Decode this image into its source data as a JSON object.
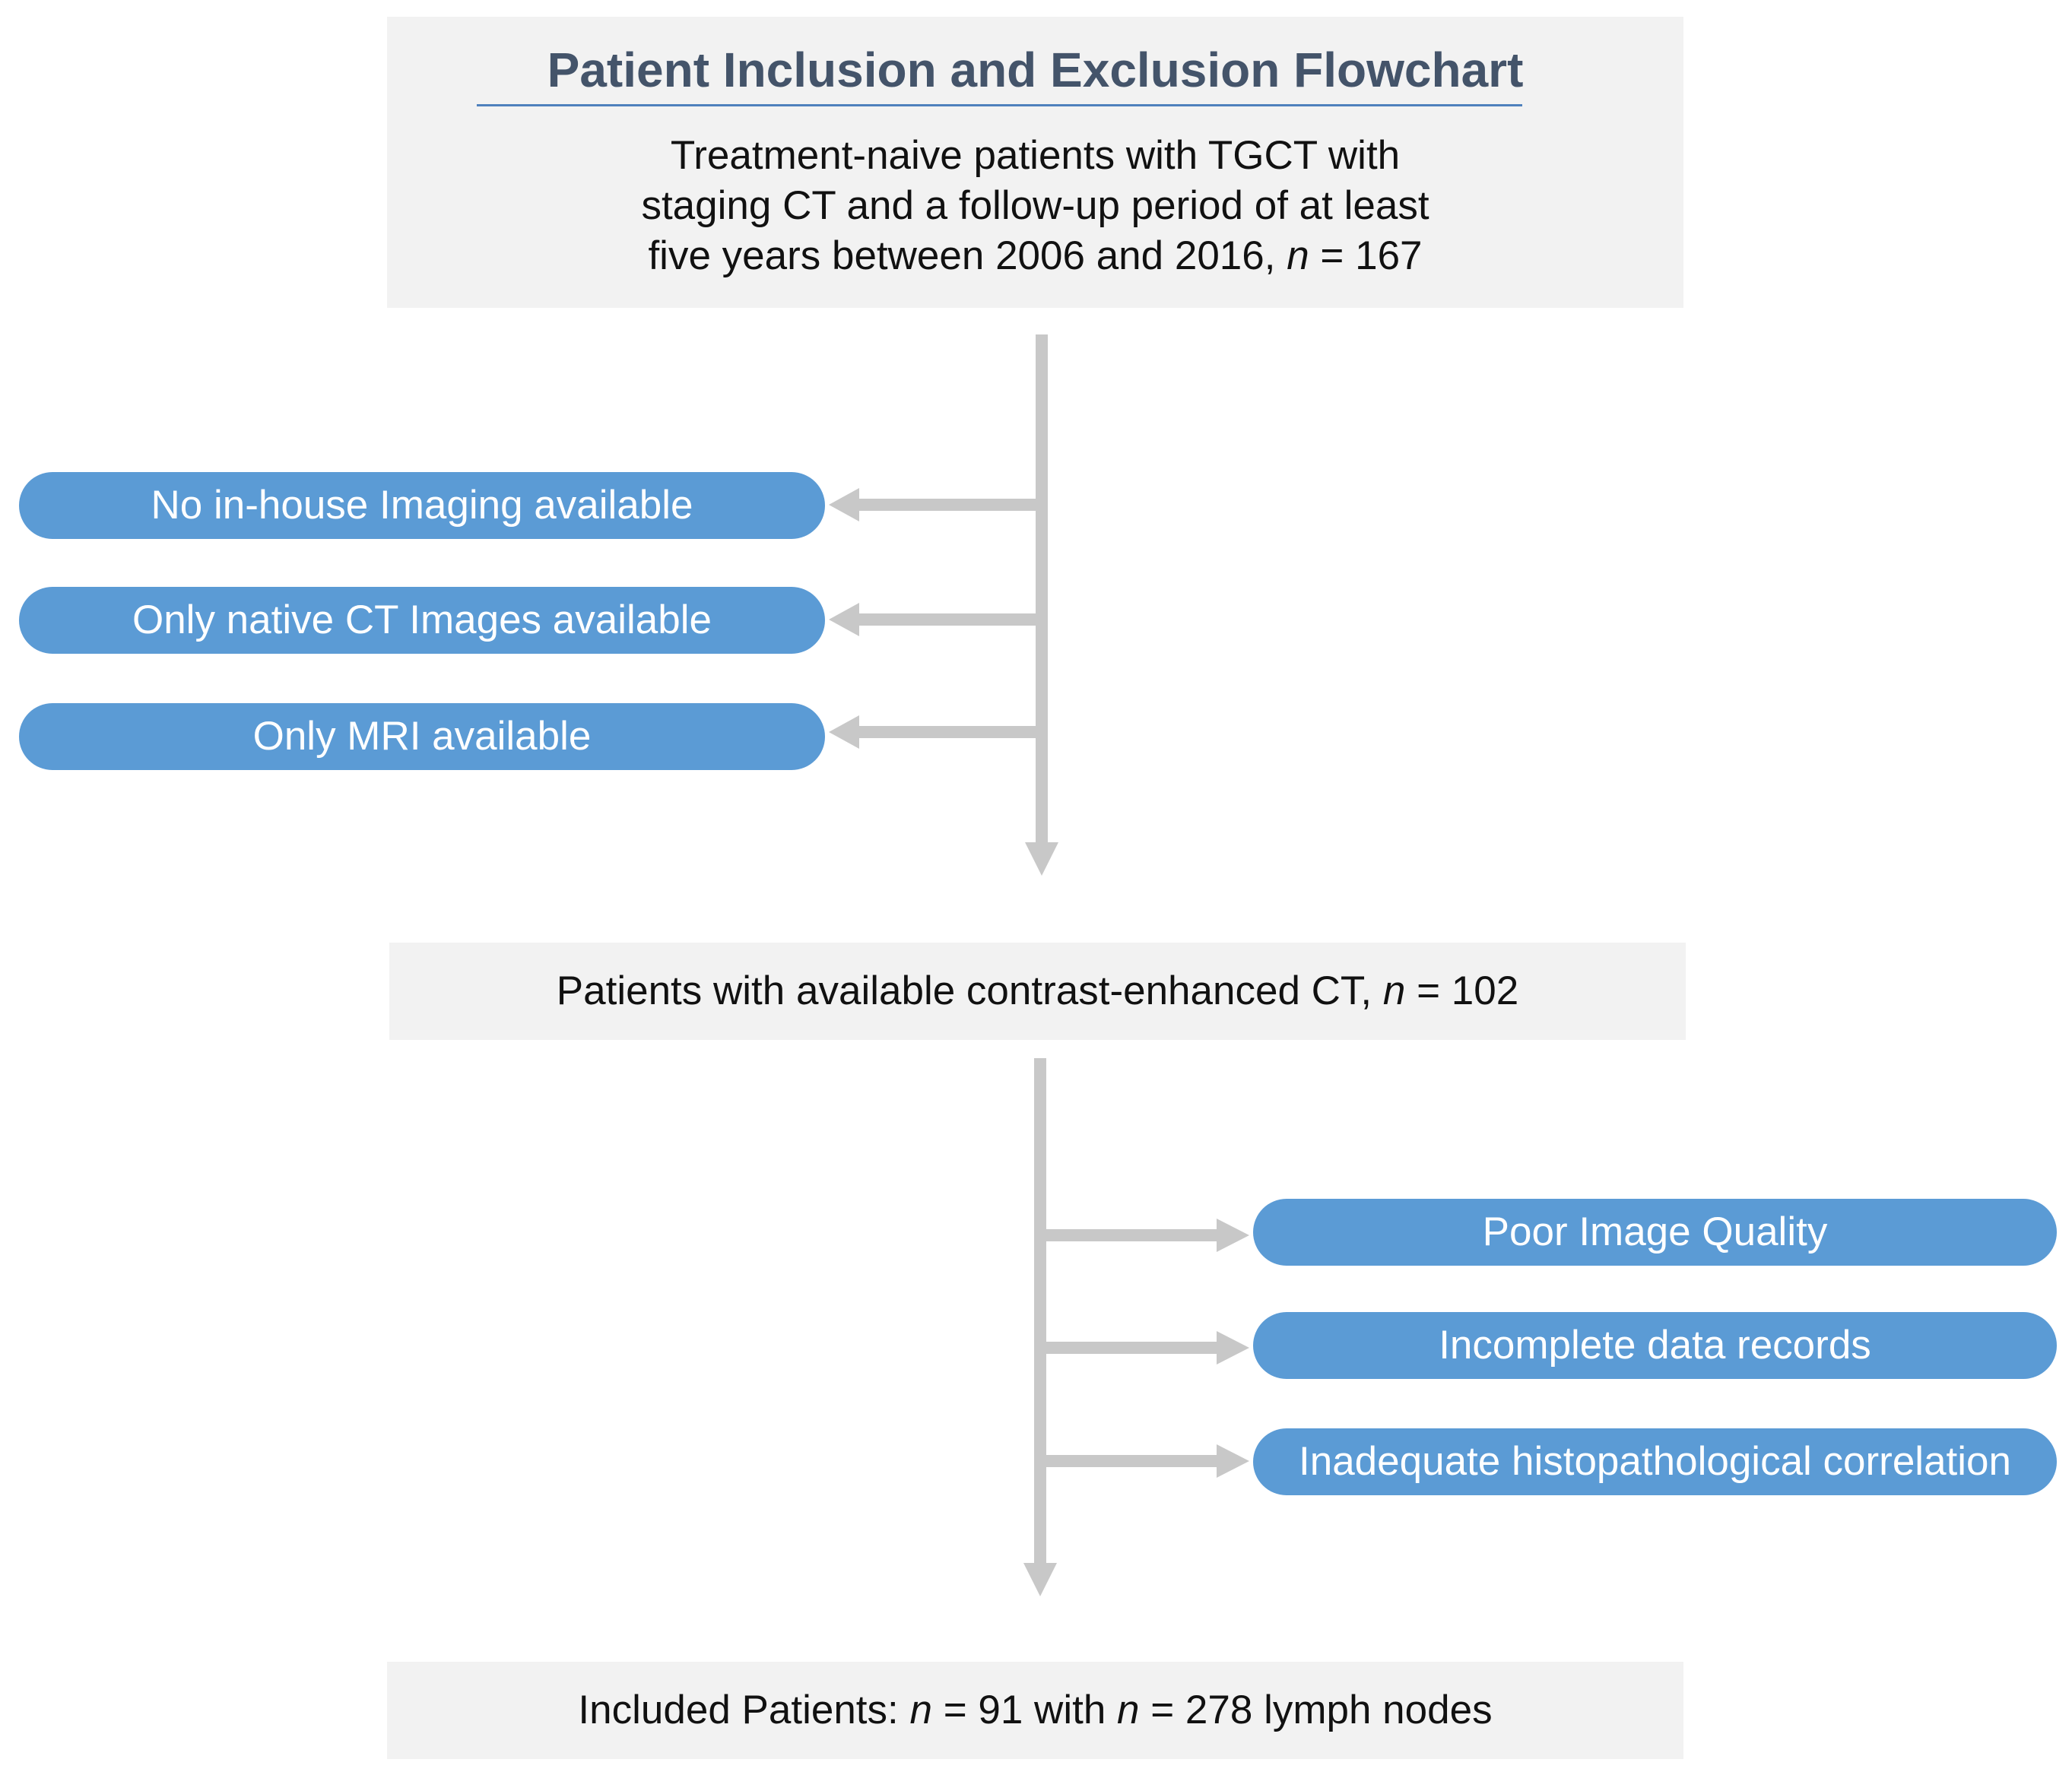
{
  "title": "Patient Inclusion and Exclusion Flowchart",
  "initial_cohort": {
    "lines": [
      "Treatment-naive patients with TGCT with",
      "staging CT and a follow-up period of at least"
    ],
    "last_line_prefix": "five years between 2006 and 2016, ",
    "n_label": "n",
    "n_value": " = 167"
  },
  "exclusions_step1": [
    "No in-house Imaging available",
    "Only native CT Images available",
    "Only MRI available"
  ],
  "intermediate_cohort": {
    "prefix": "Patients with available contrast-enhanced CT, ",
    "n_label": "n",
    "n_value": " = 102"
  },
  "exclusions_step2": [
    "Poor Image Quality",
    "Incomplete data records",
    "Inadequate histopathological correlation"
  ],
  "final_cohort": {
    "prefix": "Included Patients: ",
    "n_label_1": "n",
    "patients_value": " = 91 with ",
    "n_label_2": "n",
    "nodes_value": " = 278 lymph nodes"
  },
  "colors": {
    "pill_fill": "#5b9bd5",
    "box_fill": "#f2f2f2",
    "connector": "#c8c8c8",
    "title_text": "#44546a",
    "title_rule": "#4f81bd"
  }
}
